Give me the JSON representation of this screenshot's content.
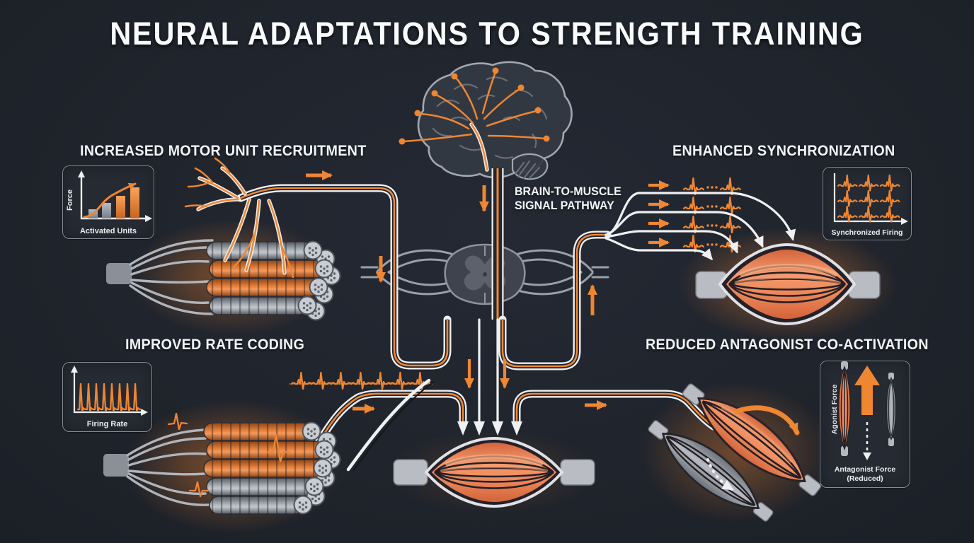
{
  "title": "NEURAL ADAPTATIONS TO STRENGTH TRAINING",
  "pathway": {
    "line1": "BRAIN-TO-MUSCLE",
    "line2": "SIGNAL PATHWAY"
  },
  "sections": {
    "recruitment": {
      "heading": "INCREASED MOTOR UNIT RECRUITMENT",
      "chart": {
        "type": "bar",
        "ylabel": "Force",
        "xlabel": "Activated Units",
        "bar_relative_heights": [
          0.28,
          0.46,
          0.66,
          0.9
        ],
        "bar_colors": [
          "gray",
          "gray",
          "orange",
          "orange"
        ],
        "annotation": "rising s-curve arrow"
      }
    },
    "synchronization": {
      "heading": "ENHANCED SYNCHRONIZATION",
      "motor_unit_rows": 4,
      "chart": {
        "type": "spike-train",
        "label": "Synchronized Firing",
        "rows": 3,
        "spikes_per_row": 3
      }
    },
    "rate_coding": {
      "heading": "IMPROVED RATE CODING",
      "band_spike_count": 7,
      "chart": {
        "type": "spike-train",
        "label": "Firing Rate",
        "spike_count": 8
      }
    },
    "co_activation": {
      "heading": "REDUCED ANTAGONIST CO-ACTIVATION",
      "chart": {
        "agonist_label": "Agonist Force",
        "antagonist_line1": "Antagonist Force",
        "antagonist_line2": "(Reduced)"
      }
    }
  },
  "colors": {
    "background": "#20242c",
    "accent_orange": "#ef8632",
    "muscle_fill": "#ec8758",
    "line_white": "#eef0f2",
    "panel_border": "#969ca6",
    "panel_bg": "#262b34"
  }
}
